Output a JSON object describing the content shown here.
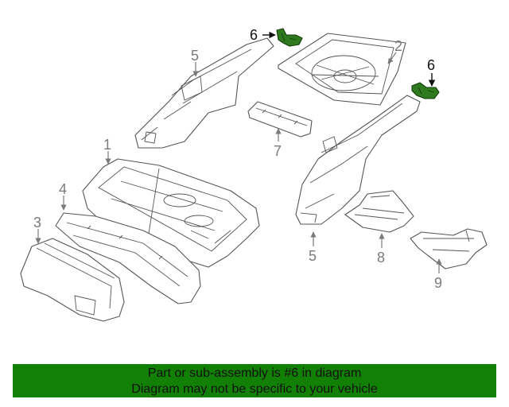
{
  "callouts": {
    "c1": "1",
    "c2": "2",
    "c3": "3",
    "c4": "4",
    "c5a": "5",
    "c5b": "5",
    "c6a": "6",
    "c6b": "6",
    "c7": "7",
    "c8": "8",
    "c9": "9"
  },
  "banner": {
    "line1": "Part or sub-assembly is #6 in diagram",
    "line2": "Diagram may not be specific to your vehicle"
  },
  "colors": {
    "highlight_part": "#2f7a1e",
    "banner_bg": "#128004",
    "line": "#555555",
    "callout": "#7a7a7a"
  }
}
